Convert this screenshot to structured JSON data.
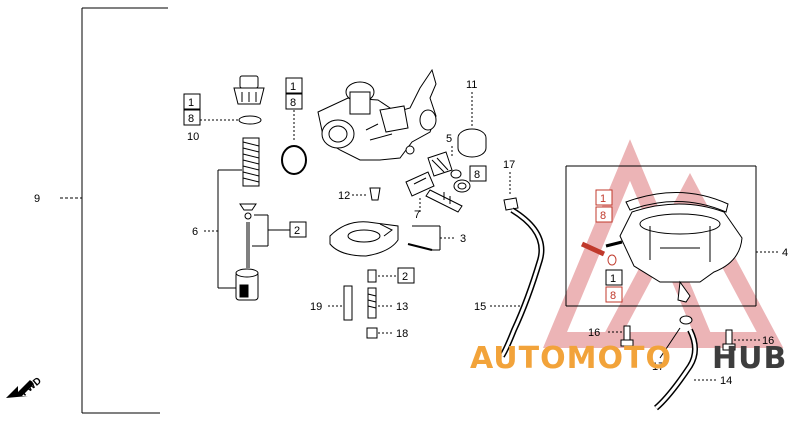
{
  "diagram": {
    "labels": {
      "l1": "1",
      "l2": "2",
      "l3": "3",
      "l4": "4",
      "l5": "5",
      "l6": "6",
      "l7": "7",
      "l8": "8",
      "l9": "9",
      "l10": "10",
      "l11": "11",
      "l12": "12",
      "l13": "13",
      "l14": "14",
      "l15": "15",
      "l16": "16",
      "l17": "17",
      "l18": "18",
      "l19": "19"
    },
    "fwd": "FWD"
  },
  "watermark": {
    "text_a": "AUTOMOTO",
    "text_b": "HUB",
    "color_orange": "#f2a33a",
    "color_red": "#d9434b",
    "color_dark": "#3d3d3d"
  }
}
